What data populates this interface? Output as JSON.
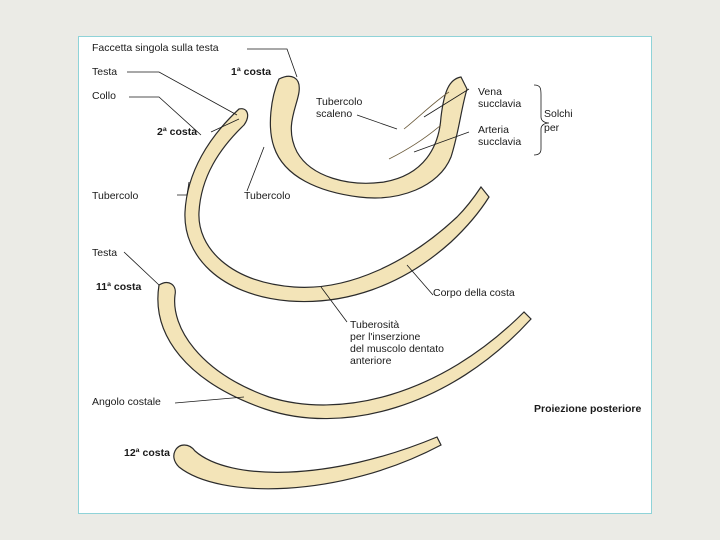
{
  "labels": {
    "faccetta": "Faccetta singola sulla testa",
    "testa_top": "Testa",
    "collo": "Collo",
    "costa1": "1ª costa",
    "costa2": "2ª costa",
    "tubercolo_left": "Tubercolo",
    "tubercolo_mid": "Tubercolo",
    "tubercolo_scaleno_1": "Tubercolo",
    "tubercolo_scaleno_2": "scaleno",
    "vena_1": "Vena",
    "vena_2": "succlavia",
    "arteria_1": "Arteria",
    "arteria_2": "succlavia",
    "solchi_1": "Solchi",
    "solchi_2": "per",
    "testa_lower": "Testa",
    "costa11": "11ª costa",
    "corpo": "Corpo della costa",
    "tuberosita_1": "Tuberosità",
    "tuberosita_2": "per l'inserzione",
    "tuberosita_3": "del muscolo dentato",
    "tuberosita_4": "anteriore",
    "angolo": "Angolo costale",
    "proiezione": "Proiezione posteriore",
    "costa12": "12ª costa"
  },
  "colors": {
    "background": "#ebebe6",
    "frame_border": "#8fd3d8",
    "bone_fill": "#f3e4b8",
    "bone_stroke": "#2b2b2b",
    "leader_line": "#1a1a1a"
  }
}
